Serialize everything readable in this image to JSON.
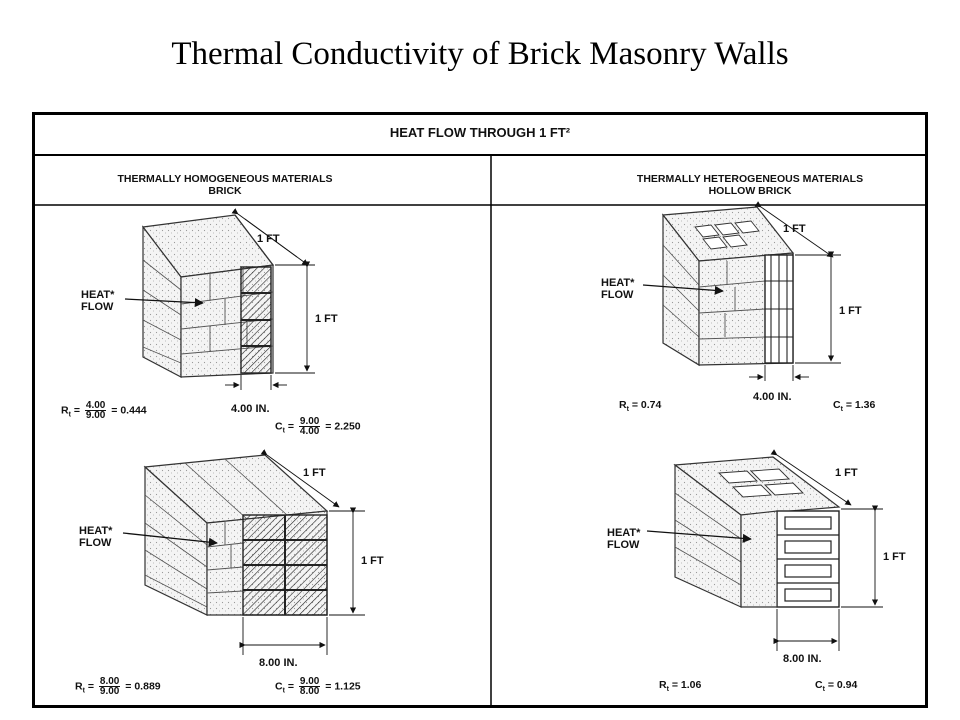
{
  "title": "Thermal Conductivity of Brick Masonry Walls",
  "figure": {
    "header": "HEAT FLOW THROUGH 1 FT²",
    "left_panel": {
      "heading_line1": "THERMALLY HOMOGENEOUS MATERIALS",
      "heading_line2": "BRICK",
      "top": {
        "dim_width": "1 FT",
        "dim_height": "1 FT",
        "heat_label_1": "HEAT*",
        "heat_label_2": "FLOW",
        "thickness": "4.00 IN.",
        "r_label": "R",
        "r_num": "4.00",
        "r_den": "9.00",
        "r_value": "0.444",
        "c_label": "C",
        "c_num": "9.00",
        "c_den": "4.00",
        "c_value": "2.250"
      },
      "bottom": {
        "dim_width": "1 FT",
        "dim_height": "1 FT",
        "heat_label_1": "HEAT*",
        "heat_label_2": "FLOW",
        "thickness": "8.00 IN.",
        "r_label": "R",
        "r_num": "8.00",
        "r_den": "9.00",
        "r_value": "0.889",
        "c_label": "C",
        "c_num": "9.00",
        "c_den": "8.00",
        "c_value": "1.125"
      }
    },
    "right_panel": {
      "heading_line1": "THERMALLY HETEROGENEOUS MATERIALS",
      "heading_line2": "HOLLOW BRICK",
      "top": {
        "dim_width": "1 FT",
        "dim_height": "1 FT",
        "heat_label_1": "HEAT*",
        "heat_label_2": "FLOW",
        "thickness": "4.00 IN.",
        "r_text": "R",
        "r_value": "0.74",
        "c_text": "C",
        "c_value": "1.36"
      },
      "bottom": {
        "dim_width": "1 FT",
        "dim_height": "1 FT",
        "heat_label_1": "HEAT*",
        "heat_label_2": "FLOW",
        "thickness": "8.00 IN.",
        "r_text": "R",
        "r_value": "1.06",
        "c_text": "C",
        "c_value": "0.94"
      }
    }
  }
}
